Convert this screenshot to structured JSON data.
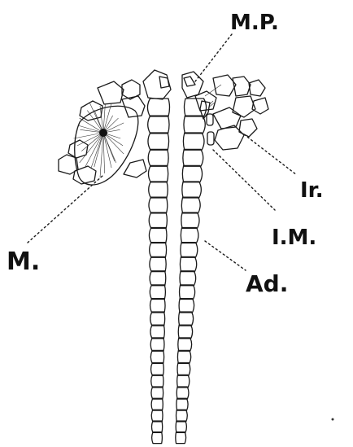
{
  "labels": {
    "mp": "M.P.",
    "ir": "Ir.",
    "im": "I.M.",
    "ad": "Ad.",
    "m": "M."
  },
  "colors": {
    "ink": "#1a1a1a",
    "paper": "#ffffff"
  }
}
